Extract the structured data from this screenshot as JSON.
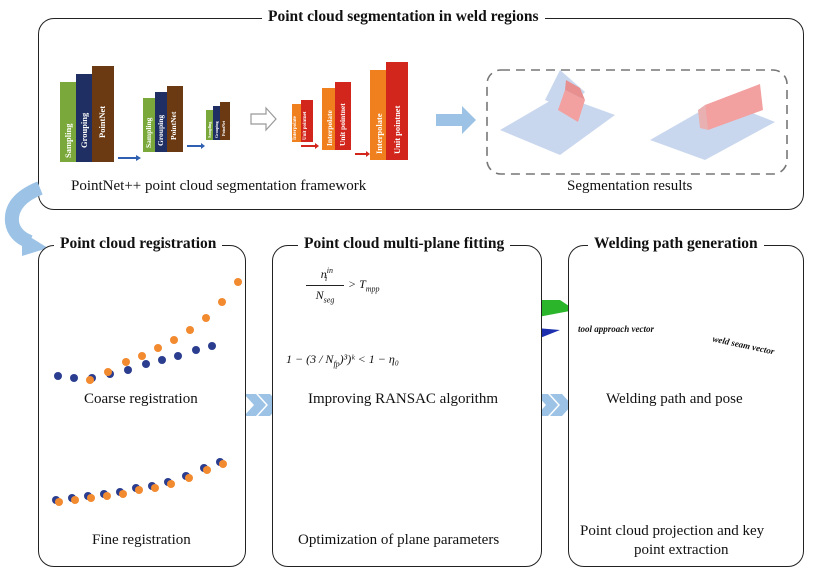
{
  "top": {
    "title": "Point cloud segmentation in weld regions",
    "framework_caption": "PointNet++ point cloud segmentation framework",
    "results_caption": "Segmentation results",
    "layers": [
      "Sampling",
      "Grouping",
      "PointNet",
      "Sampling",
      "Grouping",
      "PointNet",
      "Sampling",
      "Grouping",
      "PointNet",
      "Interpolate",
      "Unit pointnet",
      "Interpolate",
      "Unit pointnet",
      "Interpolate",
      "Unit pointnet"
    ]
  },
  "registration": {
    "title": "Point cloud registration",
    "coarse": "Coarse registration",
    "fine": "Fine registration"
  },
  "fitting": {
    "title": "Point cloud multi-plane fitting",
    "ransac": "Improving RANSAC algorithm",
    "optimization": "Optimization of plane parameters",
    "eq1": {
      "num": "n",
      "num_sup": "in",
      "num_sub": "i",
      "den": "N",
      "den_sub": "seg",
      "rel": "> T",
      "rel_sub": "mpp"
    },
    "eq2": {
      "text": "1 − (3 / N",
      "sub": "fp",
      "tail": ")³)ᵏ < 1 − η₀"
    }
  },
  "welding": {
    "title": "Welding path generation",
    "pose": "Welding path and pose",
    "projection_line1": "Point cloud projection and key",
    "projection_line2": "point extraction",
    "tool_vector": "tool approach vector",
    "seam_vector": "weld seam vector"
  },
  "colors": {
    "green": "#7aa83a",
    "navy": "#1f2f63",
    "brown": "#6b3a12",
    "red": "#d2261c",
    "orange": "#f07f1d",
    "blue_arrow": "#9cc3e6",
    "dot_blue": "#2a3d8f",
    "dot_orange": "#f28a30"
  }
}
